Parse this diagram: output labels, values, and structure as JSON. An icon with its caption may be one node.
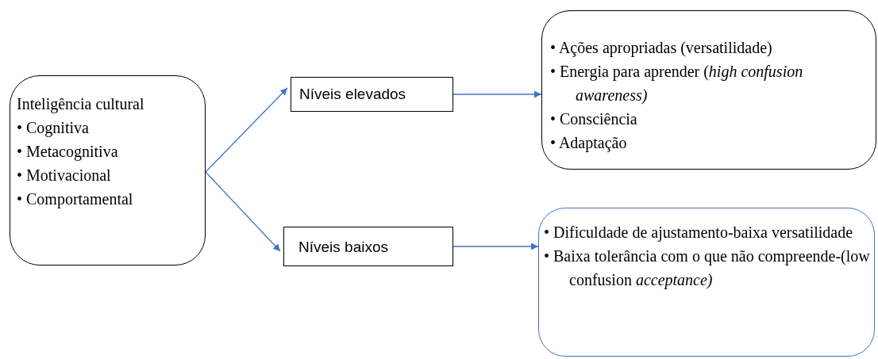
{
  "diagram": {
    "nodes": [
      {
        "text": [
          "Inteligência cultural",
          "• Cognitiva",
          "• Metacognitiva",
          "• Motivacional",
          "• Comportamental"
        ]
      },
      {
        "text": [
          "Níveis elevados"
        ]
      },
      {
        "text": [
          "Níveis baixos"
        ]
      },
      {
        "text": [
          "• Ações apropriadas (versatilidade)",
          "• Energia para aprender (*high confusion awareness)*",
          "• Consciência",
          "• Adaptação"
        ]
      },
      {
        "text": [
          "• Dificuldade de ajustamento-baixa versatilidade",
          "• Baixa tolerância com o que não compreende-(low confusion *acceptance)*"
        ]
      }
    ],
    "edges": [
      {
        "from": 0,
        "to": 1,
        "arrow": "to"
      },
      {
        "from": 0,
        "to": 2,
        "arrow": "to"
      },
      {
        "from": 1,
        "to": 3,
        "arrow": "to"
      },
      {
        "from": 2,
        "to": 4,
        "arrow": "to"
      }
    ]
  }
}
